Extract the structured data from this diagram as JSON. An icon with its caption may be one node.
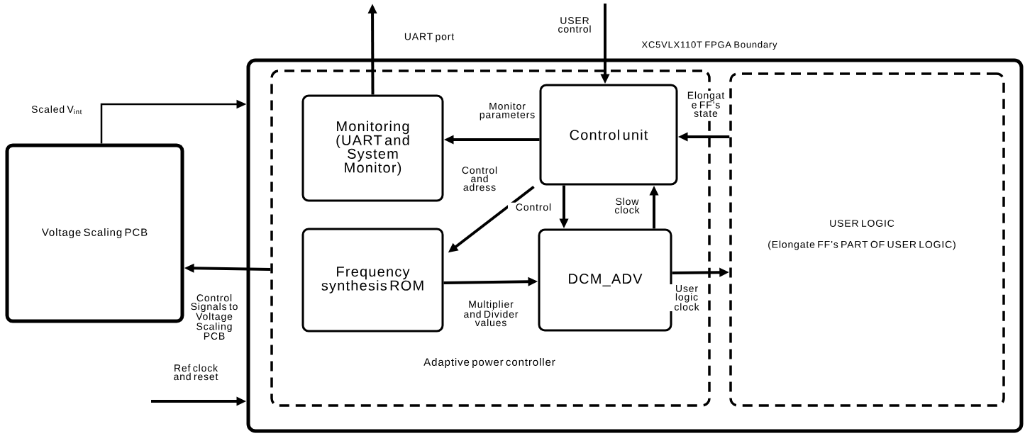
{
  "diagram": {
    "nodes": [
      {
        "text": [
          "XC5VLX110T FPGA Boundary"
        ]
      },
      {
        "text": [
          "Adaptive power controller"
        ],
        "in": 0
      },
      {
        "text": [
          "Monitoring (UART and System Monitor)"
        ],
        "in": 1
      },
      {
        "text": [
          "Control unit"
        ],
        "in": 1
      },
      {
        "text": [
          "Frequency synthesis ROM"
        ],
        "in": 1
      },
      {
        "text": [
          "DCM_ADV"
        ],
        "in": 1
      },
      {
        "text": [
          "USER LOGIC",
          "(Elongate FF’s PART OF USER LOGIC)"
        ],
        "in": 0
      },
      {
        "text": [
          "Voltage Scaling PCB"
        ]
      }
    ],
    "edges": [
      {
        "from": 2,
        "to": null,
        "arrow": "to",
        "label": "UART port"
      },
      {
        "from": null,
        "to": 3,
        "arrow": "to",
        "label": "USER control"
      },
      {
        "from": 7,
        "to": 0,
        "arrow": "to",
        "label": "Scaled V$_{int}$"
      },
      {
        "from": 3,
        "to": 2,
        "arrow": "to",
        "label": "Monitor parameters"
      },
      {
        "from": 3,
        "to": 4,
        "arrow": "to",
        "label": "Control and adress"
      },
      {
        "from": 3,
        "to": 5,
        "arrow": "to",
        "label": "Control"
      },
      {
        "from": 5,
        "to": 3,
        "arrow": "to",
        "label": "Slow clock"
      },
      {
        "from": 6,
        "to": 3,
        "arrow": "to",
        "label": "Elongat e FF’s state"
      },
      {
        "from": 4,
        "to": 5,
        "arrow": "to",
        "label": "Multiplier and Divider values"
      },
      {
        "from": 5,
        "to": 6,
        "arrow": "to",
        "label": "User logic clock"
      },
      {
        "from": 1,
        "to": 7,
        "arrow": "to",
        "label": "Control Signals to Voltage Scaling PCB"
      },
      {
        "from": null,
        "to": 0,
        "arrow": "to",
        "label": "Ref clock and reset"
      }
    ]
  }
}
